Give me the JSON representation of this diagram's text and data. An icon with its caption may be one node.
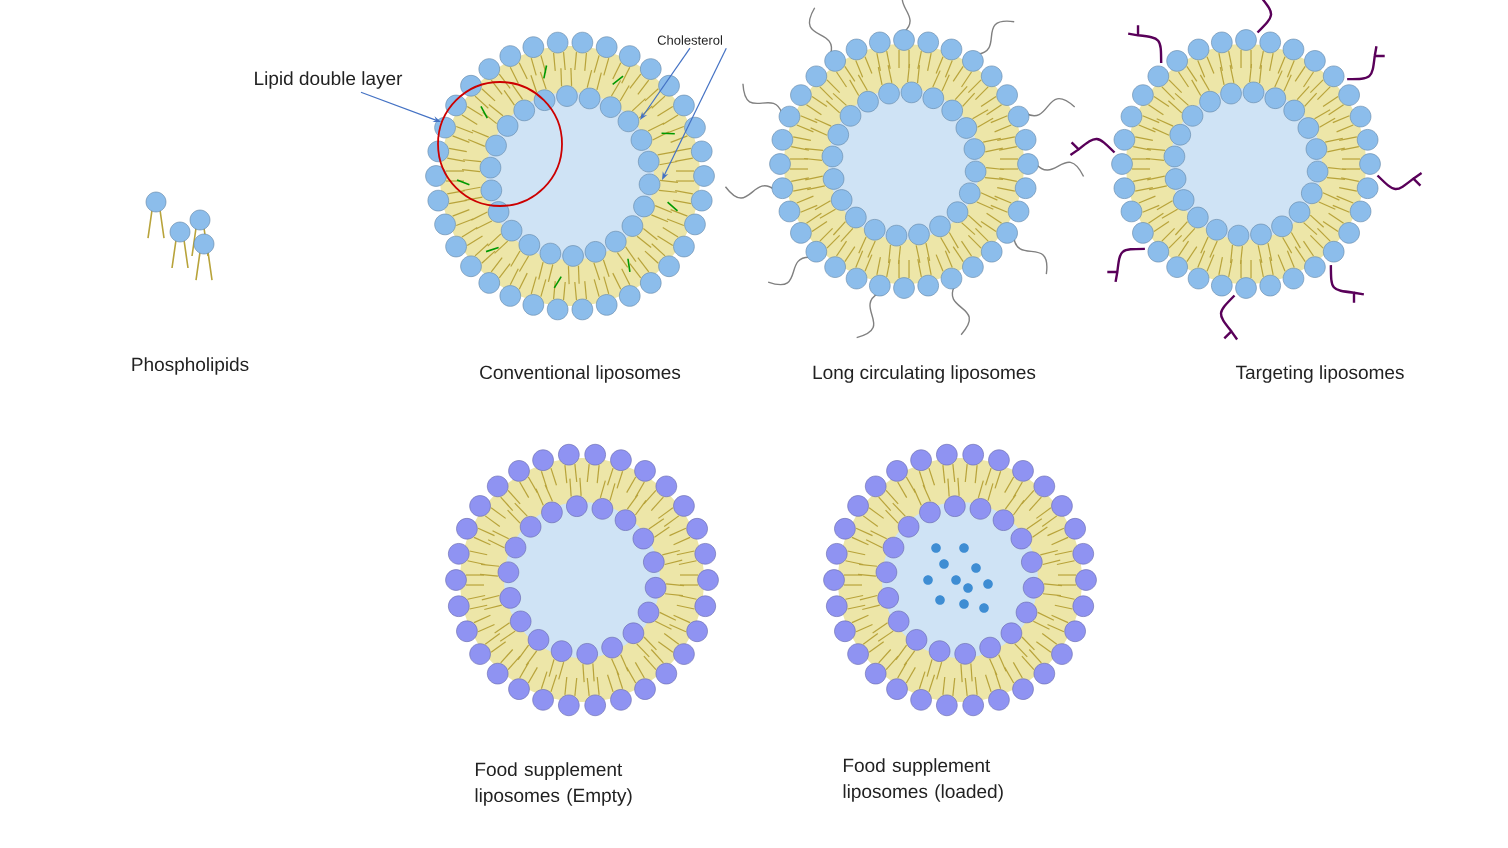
{
  "diagram": {
    "nodes": [
      {
        "text": [
          "Lipid double layer"
        ]
      },
      {
        "text": [
          "Cholesterol"
        ]
      },
      {
        "text": [],
        "shape": "circle"
      }
    ],
    "edges": [
      {
        "from": 0,
        "to": 2,
        "arrow": "to",
        "color": "#4472c4"
      },
      {
        "from": 1,
        "to": null,
        "arrow": "to",
        "color": "#4472c4"
      },
      {
        "from": 1,
        "to": null,
        "arrow": "to",
        "color": "#4472c4"
      }
    ],
    "labels": [
      "Phospholipids",
      "Conventional liposomes",
      "Long circulating liposomes",
      "Targeting liposomes",
      "Food supplement liposomes (Empty)",
      "Food supplement liposomes (loaded)"
    ]
  }
}
